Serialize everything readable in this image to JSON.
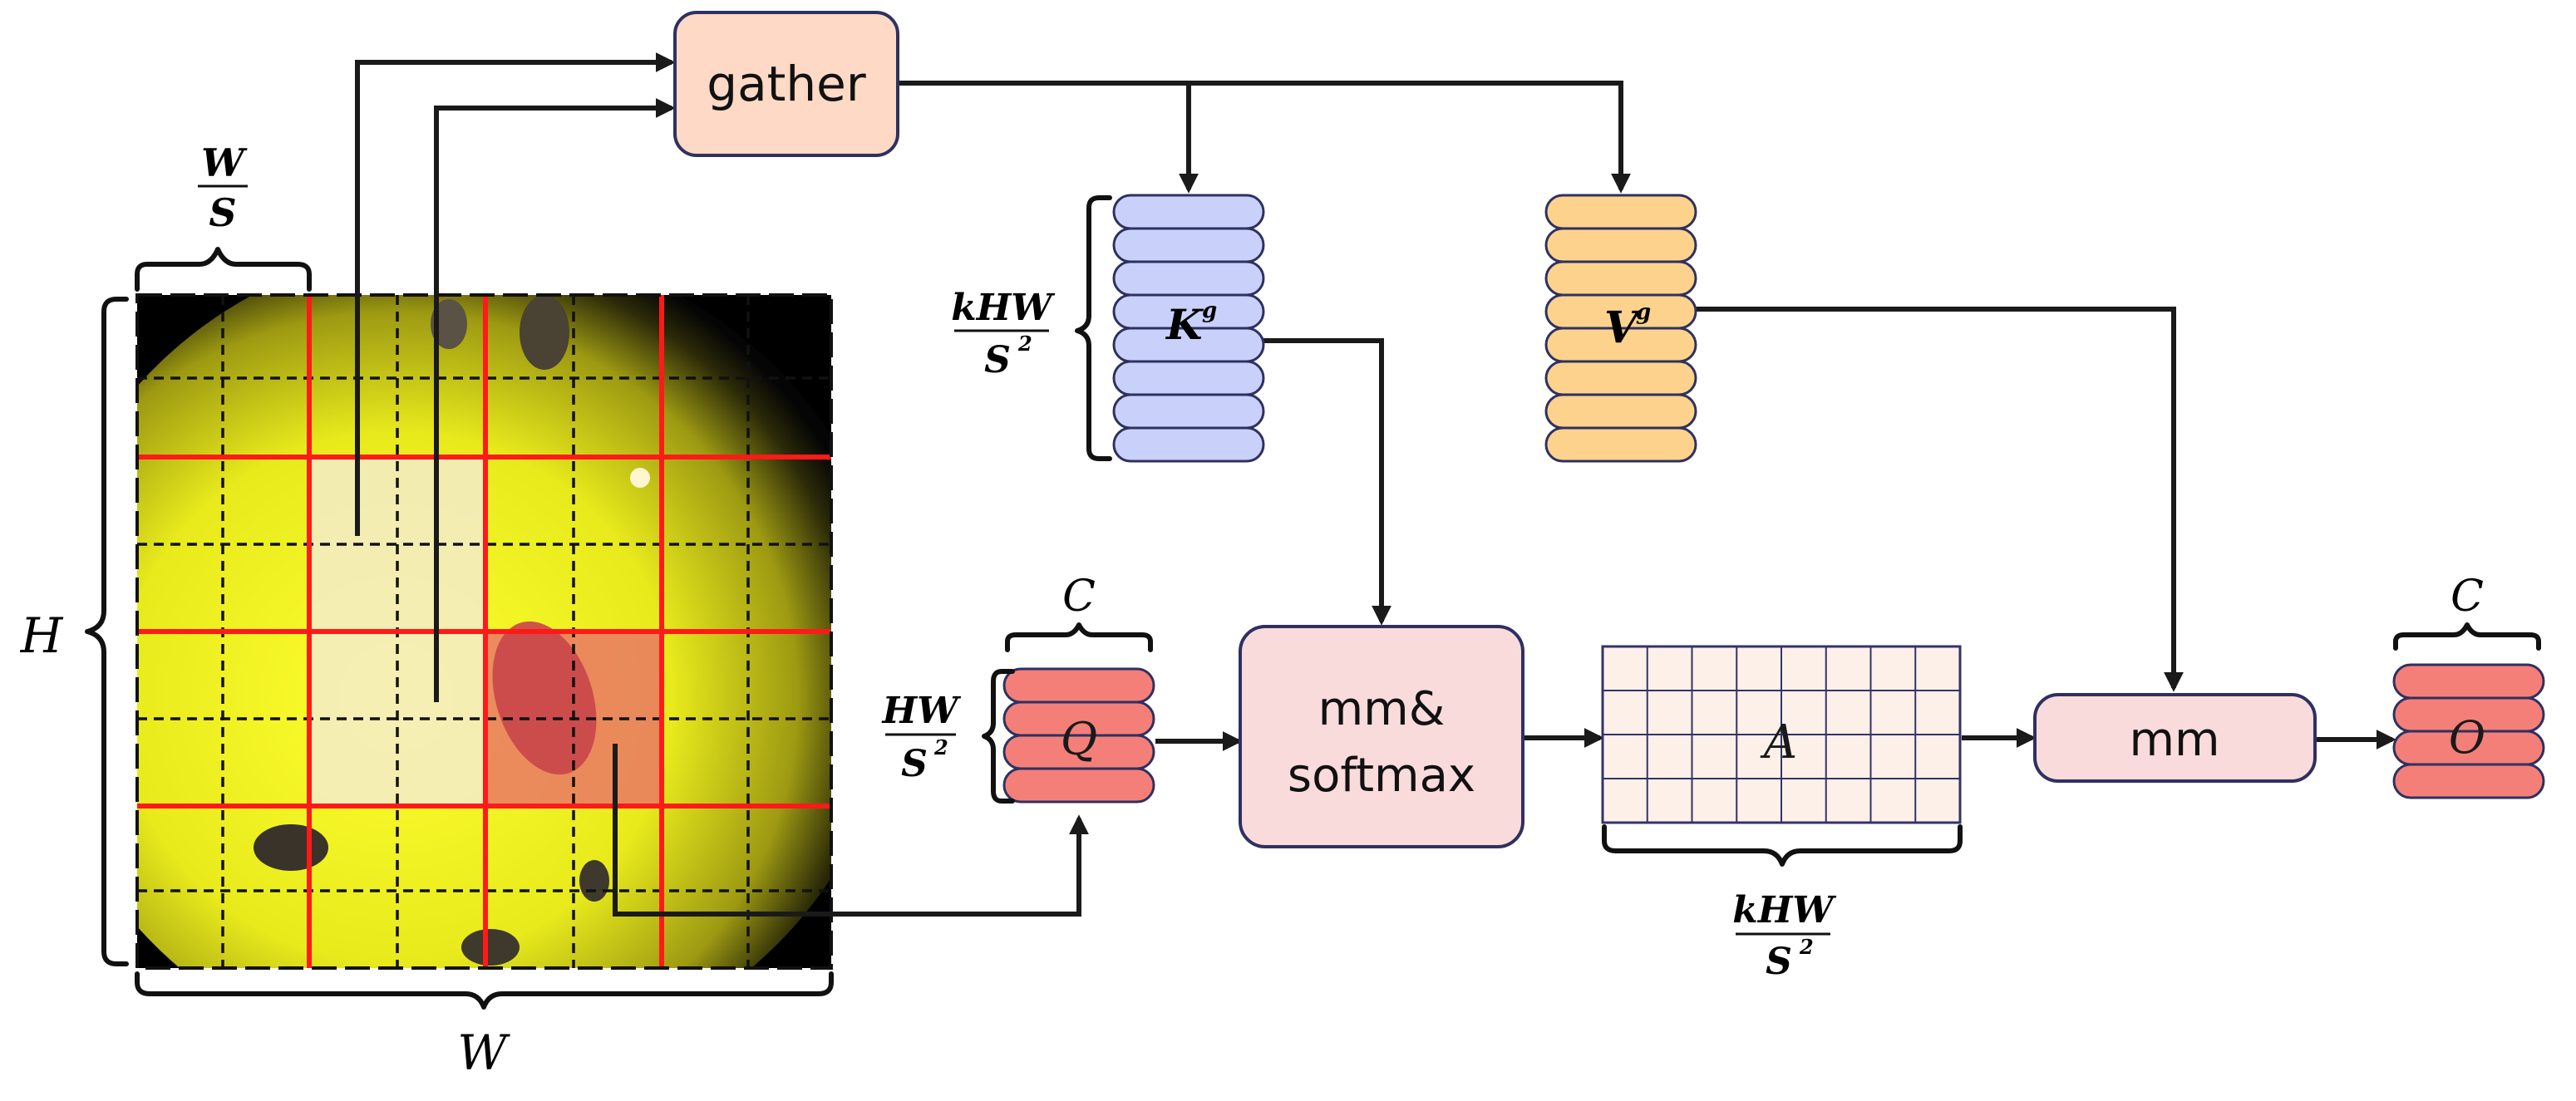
{
  "colors": {
    "gather_fill": "#fdd9c6",
    "key_fill": "#c9d1fa",
    "value_fill": "#fdd28c",
    "query_fill": "#f47f79",
    "output_fill": "#f47f79",
    "mm_fill": "#fadbdb",
    "attention_grid_fill": "#fdf0e8",
    "attention_grid_line": "#33336a",
    "red_grid": "#ff1a1a",
    "lens_yellow": "#e8ea1c"
  },
  "nodes": {
    "gather": "gather",
    "mm_softmax": [
      "mm&",
      "softmax"
    ],
    "mm": "mm"
  },
  "tensors": {
    "key": {
      "symbol": "K",
      "superscript": "g"
    },
    "value": {
      "symbol": "V",
      "superscript": "g"
    },
    "query": {
      "symbol": "Q"
    },
    "attention": {
      "symbol": "A"
    },
    "output": {
      "symbol": "O"
    }
  },
  "dimensions": {
    "image_width": "W",
    "image_height": "H",
    "region_width": {
      "numerator": "W",
      "denominator": "S"
    },
    "query_rows": {
      "numerator": "HW",
      "denominator": "S",
      "exponent": "2"
    },
    "key_rows": {
      "numerator": "kHW",
      "denominator": "S",
      "exponent": "2"
    },
    "attention_cols": {
      "numerator": "kHW",
      "denominator": "S",
      "exponent": "2"
    },
    "query_channels": "C",
    "output_channels": "C"
  }
}
